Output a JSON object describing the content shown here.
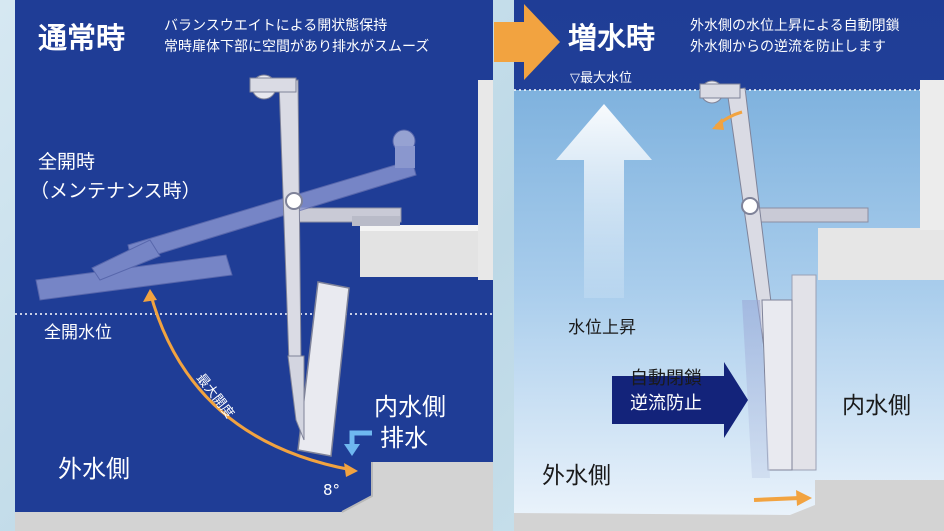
{
  "left_panel": {
    "title": "通常時",
    "desc_line1": "バランスウエイトによる開状態保持",
    "desc_line2": "常時扉体下部に空間があり排水がスムーズ",
    "full_open_label_1": "全開時",
    "full_open_label_2": "（メンテナンス時）",
    "full_open_water_level": "全開水位",
    "max_opening": "最大開度",
    "angle": "8°",
    "inner_side": "内水側",
    "drainage": "排水",
    "outer_side": "外水側"
  },
  "right_panel": {
    "title": "増水時",
    "desc_line1": "外水側の水位上昇による自動閉鎖",
    "desc_line2": "外水側からの逆流を防止します",
    "max_water_level": "▽最大水位",
    "water_rise": "水位上昇",
    "auto_close": "自動閉鎖",
    "backflow_prevent": "逆流防止",
    "inner_side": "内水側",
    "outer_side": "外水側"
  },
  "colors": {
    "left_bg": "#1f3d96",
    "left_water": "#1a379a",
    "orange": "#f2a340",
    "navy_arrow": "#13237a",
    "concrete": "#d2d2d2",
    "gate_frame": "#dadbe4"
  }
}
